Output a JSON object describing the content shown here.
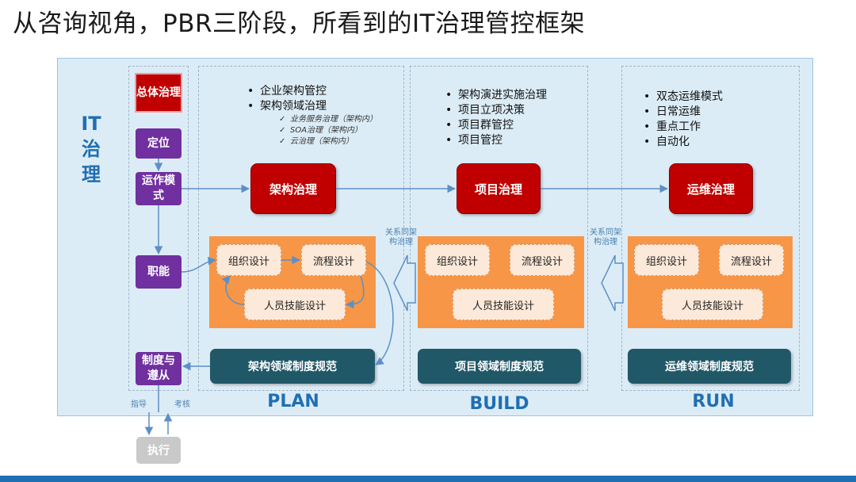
{
  "title": "从咨询视角，PBR三阶段，所看到的IT治理管控框架",
  "it_label": [
    "IT",
    "治",
    "理"
  ],
  "left_column": {
    "zongti": "总体治理",
    "dingwei": "定位",
    "yunzuo": "运作模式",
    "zhineng": "职能",
    "zhidu": "制度与遵从",
    "guide_label": "指导",
    "assess_label": "考核",
    "execute": "执行"
  },
  "plan": {
    "phase": "PLAN",
    "bullets": [
      "企业架构管控",
      "架构领域治理"
    ],
    "subs": [
      "业务服务治理（架构内）",
      "SOA治理（架构内）",
      "云治理（架构内）"
    ],
    "governance": "架构治理",
    "org": "组织设计",
    "process": "流程设计",
    "skills": "人员技能设计",
    "policy": "架构领域制度规范"
  },
  "build": {
    "phase": "BUILD",
    "bullets": [
      "架构演进实施治理",
      "项目立项决策",
      "项目群管控",
      "项目管控"
    ],
    "governance": "项目治理",
    "org": "组织设计",
    "process": "流程设计",
    "skills": "人员技能设计",
    "policy": "项目领域制度规范",
    "relation_label": "关系同架构治理"
  },
  "run": {
    "phase": "RUN",
    "bullets": [
      "双态运维模式",
      "日常运维",
      "重点工作",
      "自动化"
    ],
    "governance": "运维治理",
    "org": "组织设计",
    "process": "流程设计",
    "skills": "人员技能设计",
    "policy": "运维领域制度规范",
    "relation_label": "关系同架构治理"
  },
  "colors": {
    "accent_blue": "#1f6fb3",
    "red": "#c00000",
    "purple": "#7030a0",
    "orange": "#f79646",
    "teal": "#215868",
    "frame_bg": "#dcecf6"
  }
}
